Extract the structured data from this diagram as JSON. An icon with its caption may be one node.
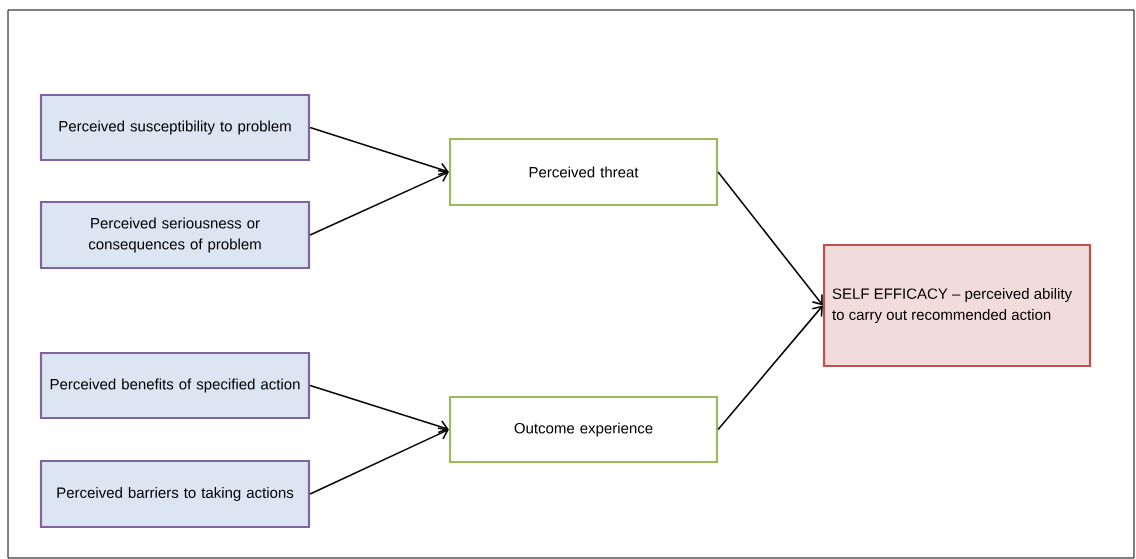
{
  "diagram": {
    "nodes": [
      {
        "text": [
          "Perceived susceptibility to problem"
        ]
      },
      {
        "text": [
          "Perceived seriousness or consequences of problem"
        ]
      },
      {
        "text": [
          "Perceived benefits of specified action"
        ]
      },
      {
        "text": [
          "Perceived barriers to taking actions"
        ]
      },
      {
        "text": [
          "Perceived threat"
        ]
      },
      {
        "text": [
          "Outcome experience"
        ]
      },
      {
        "text": [
          "SELF EFFICACY – perceived ability to carry out recommended action"
        ]
      }
    ],
    "edges": [
      {
        "from": 0,
        "to": 4,
        "arrow": "to"
      },
      {
        "from": 1,
        "to": 4,
        "arrow": "to"
      },
      {
        "from": 2,
        "to": 5,
        "arrow": "to"
      },
      {
        "from": 3,
        "to": 5,
        "arrow": "to"
      },
      {
        "from": 4,
        "to": 6,
        "arrow": "to"
      },
      {
        "from": 5,
        "to": 6,
        "arrow": "to"
      }
    ]
  }
}
